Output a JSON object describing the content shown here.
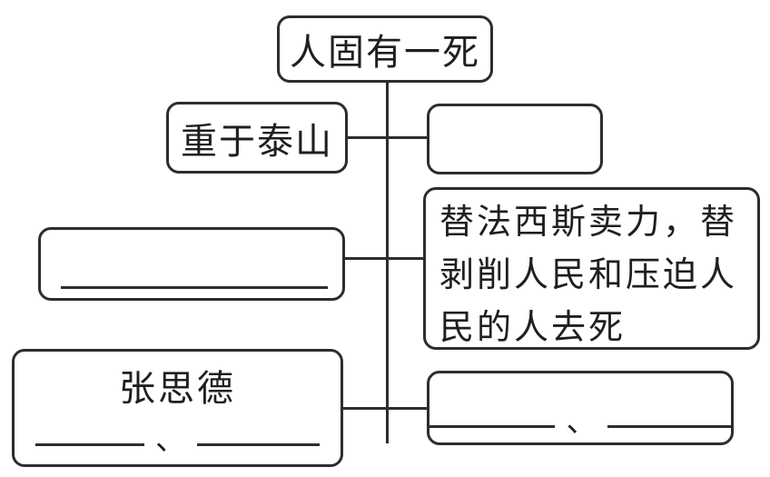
{
  "diagram": {
    "type": "concept-map",
    "root": {
      "label": "人固有一死"
    },
    "branches": [
      {
        "left": "重于泰山",
        "right": ""
      },
      {
        "left": "",
        "right": "替法西斯卖力，替剥削人民和压迫人民的人去死"
      },
      {
        "left": "张思德",
        "right": ""
      }
    ],
    "enum_separator": "、"
  },
  "colors": {
    "line": "#2d2d2d",
    "background": "#ffffff",
    "text": "#1f1f1f"
  }
}
